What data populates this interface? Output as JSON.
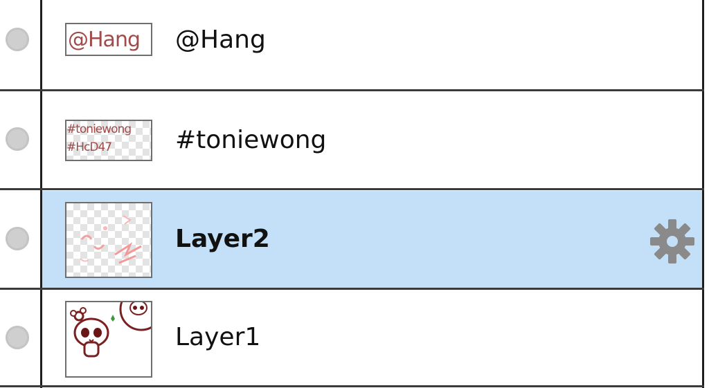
{
  "layers": [
    {
      "name": "@Hang",
      "thumbnail_text": "@Hang",
      "selected": false
    },
    {
      "name": "#toniewong",
      "thumbnail_text_line1": "#toniewong",
      "thumbnail_text_line2": "#HcD47",
      "selected": false
    },
    {
      "name": "Layer2",
      "selected": true
    },
    {
      "name": "Layer1",
      "selected": false
    }
  ],
  "colors": {
    "selected_row": "#c3e0f8",
    "divider": "#3a3a3a",
    "thumb_ink": "#a04a4a",
    "gear": "#8a8a8a"
  },
  "icons": {
    "visibility": "visibility-dot-icon",
    "settings": "gear-icon"
  }
}
